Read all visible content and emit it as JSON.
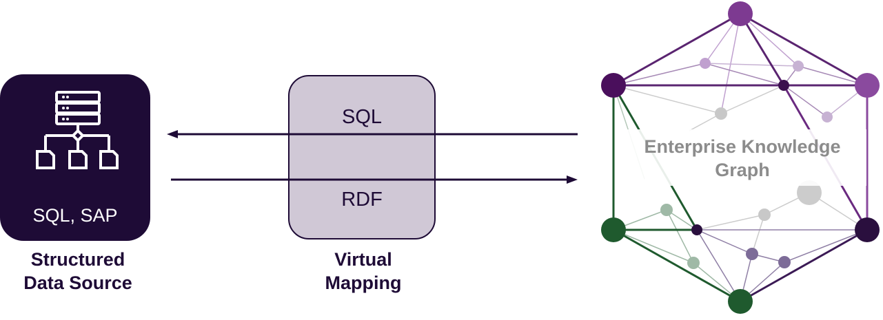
{
  "source": {
    "label": "SQL, SAP",
    "caption_line1": "Structured",
    "caption_line2": "Data Source",
    "icon": "database-hierarchy-icon"
  },
  "mapping": {
    "top_label": "SQL",
    "bottom_label": "RDF",
    "caption_line1": "Virtual",
    "caption_line2": "Mapping"
  },
  "graph": {
    "title_line1": "Enterprise Knowledge",
    "title_line2": "Graph"
  },
  "colors": {
    "dark_purple": "#1e0b36",
    "box_fill": "#d0c8d6",
    "purple": "#6a2a80",
    "green": "#1f5a2e",
    "gray": "#bdbdbd"
  }
}
